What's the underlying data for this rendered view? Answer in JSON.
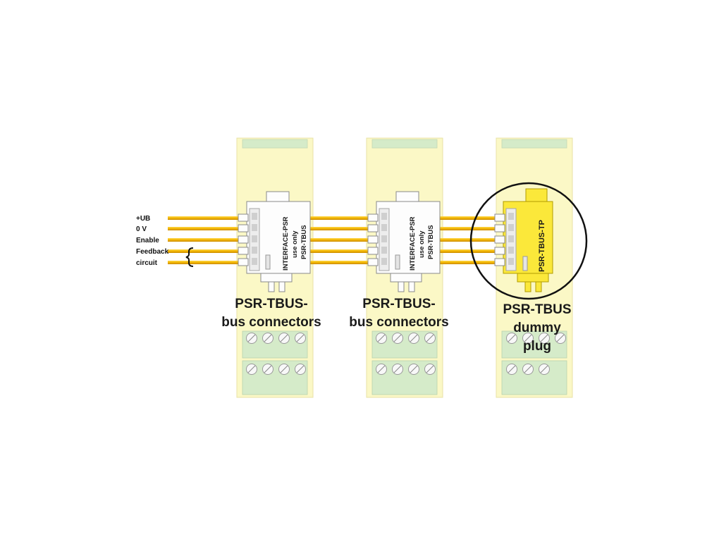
{
  "signals": [
    "+UB",
    "0 V",
    "Enable",
    "Feedback",
    "circuit"
  ],
  "connectors": [
    {
      "text_lines": [
        "INTERFACE-PSR",
        "use only",
        "PSR-TBUS"
      ],
      "caption_lines": [
        "PSR-TBUS-",
        "bus connectors"
      ]
    },
    {
      "text_lines": [
        "INTERFACE-PSR",
        "use only",
        "PSR-TBUS"
      ],
      "caption_lines": [
        "PSR-TBUS-",
        "bus connectors"
      ]
    }
  ],
  "dummy_plug": {
    "text": "PSR-TBUS-TP",
    "caption_lines": [
      "PSR-TBUS",
      "dummy",
      "plug"
    ]
  },
  "colors": {
    "module_fill": "#fbf8c6",
    "terminal_fill": "#d5ebc9",
    "wire": "#f2b500",
    "dummy_plug": "#fbe83a"
  }
}
